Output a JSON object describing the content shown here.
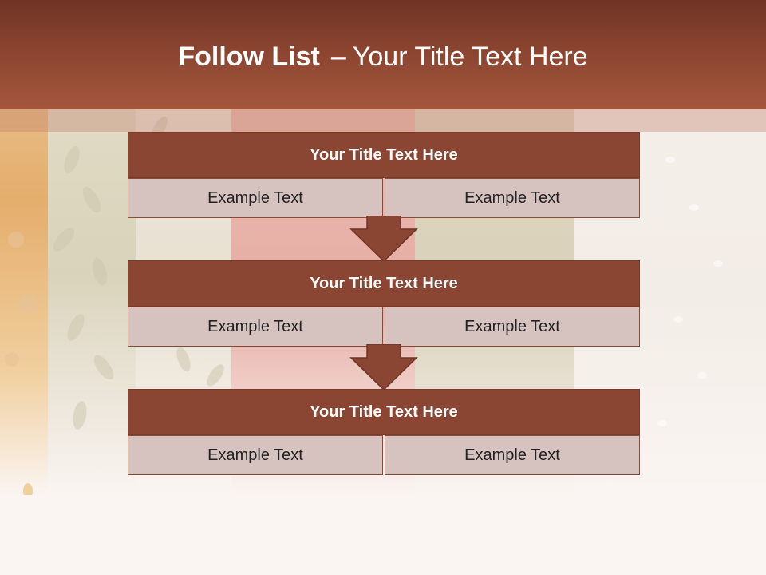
{
  "title": {
    "main": "Follow List",
    "separator": "–",
    "sub": "Your Title Text Here"
  },
  "blocks": [
    {
      "title": "Your Title Text Here",
      "cells": [
        "Example Text",
        "Example Text"
      ]
    },
    {
      "title": "Your Title Text Here",
      "cells": [
        "Example Text",
        "Example Text"
      ]
    },
    {
      "title": "Your Title Text Here",
      "cells": [
        "Example Text",
        "Example Text"
      ]
    }
  ],
  "colors": {
    "header": "#8a4430",
    "block_title": "#8a4632",
    "cell": "#d6c3bf",
    "arrow": "#8a4632"
  }
}
